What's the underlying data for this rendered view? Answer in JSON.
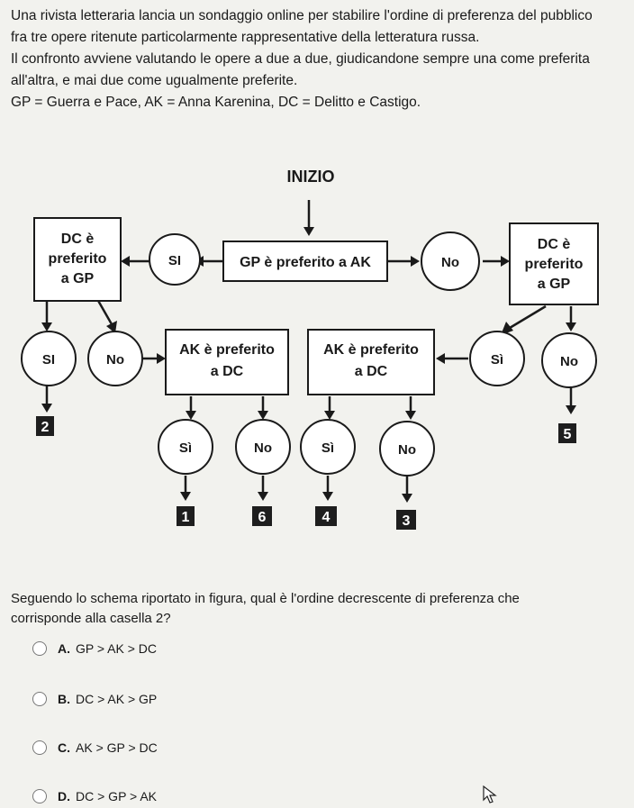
{
  "intro": {
    "line1": "Una rivista letteraria lancia un sondaggio online per stabilire l'ordine di preferenza del pubblico",
    "line2": "fra tre opere ritenute particolarmente rappresentative della letteratura russa.",
    "line3": "Il confronto avviene valutando le opere a due a due, giudicandone sempre una come preferita",
    "line4": "all'altra, e mai due come ugualmente preferite.",
    "line5": "GP = Guerra e Pace, AK = Anna Karenina, DC = Delitto e Castigo."
  },
  "flowchart": {
    "start": "INIZIO",
    "root": "GP è preferito a AK",
    "left_decision": {
      "line1": "DC è",
      "line2": "preferito",
      "line3": "a GP"
    },
    "right_decision": {
      "line1": "DC è",
      "line2": "preferito",
      "line3": "a GP"
    },
    "mid_left": {
      "line1": "AK è preferito",
      "line2": "a DC"
    },
    "mid_right": {
      "line1": "AK è preferito",
      "line2": "a DC"
    },
    "yes": "Sì",
    "yes_alt": "SI",
    "no": "No",
    "outcomes": [
      "2",
      "5",
      "1",
      "6",
      "4",
      "3"
    ]
  },
  "question": {
    "line1": "Seguendo lo schema riportato in figura, qual è l'ordine decrescente di preferenza che",
    "line2": "corrisponde alla casella 2?",
    "options": [
      {
        "letter": "A.",
        "text": "GP > AK > DC"
      },
      {
        "letter": "B.",
        "text": "DC > AK > GP"
      },
      {
        "letter": "C.",
        "text": "AK > GP > DC"
      },
      {
        "letter": "D.",
        "text": "DC > GP > AK"
      }
    ]
  }
}
